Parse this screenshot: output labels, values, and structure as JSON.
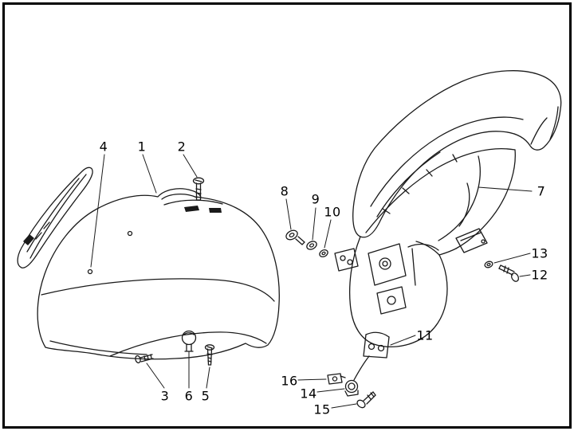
{
  "figure": {
    "kind": "exploded-parts-diagram",
    "background_color": "#ffffff",
    "line_color": "#1a1a1a",
    "border_color": "#000000"
  },
  "callouts": [
    {
      "label": "4"
    },
    {
      "label": "1"
    },
    {
      "label": "2"
    },
    {
      "label": "8"
    },
    {
      "label": "9"
    },
    {
      "label": "10"
    },
    {
      "label": "7"
    },
    {
      "label": "13"
    },
    {
      "label": "12"
    },
    {
      "label": "11"
    },
    {
      "label": "3"
    },
    {
      "label": "6"
    },
    {
      "label": "5"
    },
    {
      "label": "16"
    },
    {
      "label": "14"
    },
    {
      "label": "15"
    }
  ]
}
